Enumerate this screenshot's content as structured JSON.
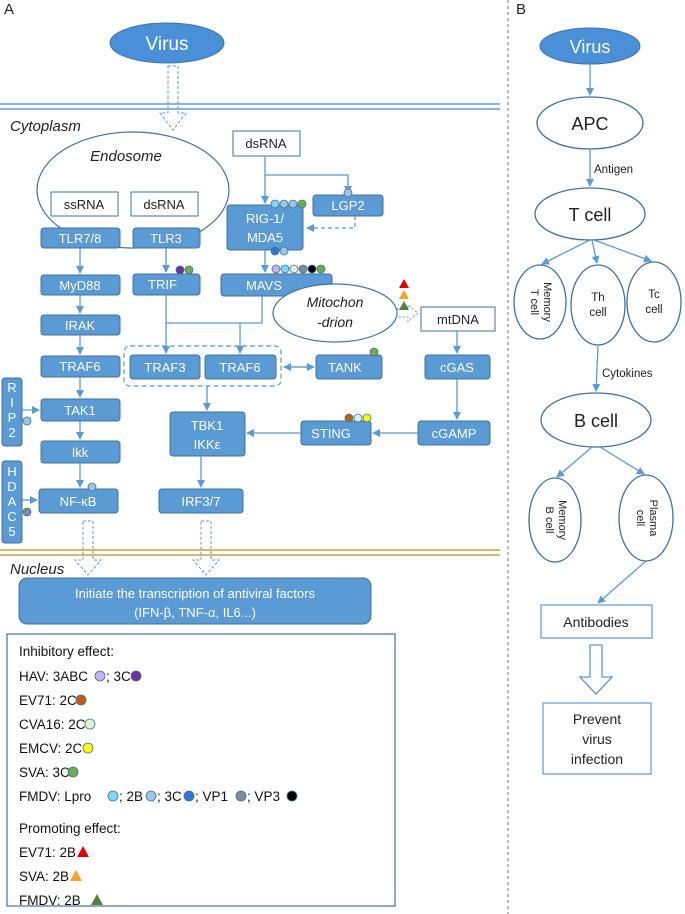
{
  "panel_a": {
    "label": "A",
    "virus": "Virus",
    "cytoplasm": "Cytoplasm",
    "endosome": "Endosome",
    "nucleus": "Nucleus",
    "nodes": {
      "ssrna": "ssRNA",
      "dsrna_endo": "dsRNA",
      "dsrna_top": "dsRNA",
      "tlr78": "TLR7/8",
      "tlr3": "TLR3",
      "rigi_1": "RIG-1/",
      "rigi_2": "MDA5",
      "lgp2": "LGP2",
      "myd88": "MyD88",
      "trif": "TRIF",
      "mavs": "MAVS",
      "mito_1": "Mitochon",
      "mito_2": "-drion",
      "mtdna": "mtDNA",
      "irak": "IRAK",
      "traf6_left": "TRAF6",
      "traf3": "TRAF3",
      "traf6_mid": "TRAF6",
      "tank": "TANK",
      "cgas": "cGAS",
      "rip2": "RIP2",
      "tak1": "TAK1",
      "tbk1": "TBK1",
      "ikke": "IKKε",
      "sting": "STING",
      "cgamp": "cGAMP",
      "ikk": "Ikk",
      "hdac5": "HDAC5",
      "nfkb": "NF-κB",
      "irf37": "IRF3/7"
    },
    "transcription_1": "Initiate the transcription of antiviral factors",
    "transcription_2": "(IFN-β, TNF-α, IL6...)",
    "legend": {
      "inhibitory_title": "Inhibitory effect:",
      "promoting_title": "Promoting effect:",
      "hav": "HAV: 3ABC",
      "hav_3c": "; 3C",
      "ev71": "EV71: 2C",
      "cva16": "CVA16: 2C",
      "emcv": "EMCV: 2C",
      "sva": "SVA: 3C",
      "fmdv": "FMDV: Lpro",
      "fmdv_2b": "; 2B",
      "fmdv_3c": "; 3C",
      "fmdv_vp1": "; VP1",
      "fmdv_vp3": "; VP3",
      "ev71_p": "EV71: 2B",
      "sva_p": "SVA: 2B",
      "fmdv_p": "FMDV: 2B"
    },
    "colors": {
      "hav_3abc": "#c9b3ee",
      "hav_3c": "#7030a0",
      "ev71_2c": "#c55a11",
      "cva16_2c": "#e2f0d9",
      "emcv_2c": "#ffff00",
      "sva_3c": "#70ad47",
      "fmdv_lpro": "#7fd6f5",
      "fmdv_2b": "#9dc3e6",
      "fmdv_3c": "#2e75d6",
      "fmdv_vp1": "#7f8c99",
      "fmdv_vp3": "#000000",
      "ev71_2b": "#e00000",
      "sva_2b": "#f4a32b",
      "fmdv_2b_tri": "#548235"
    }
  },
  "panel_b": {
    "label": "B",
    "virus": "Virus",
    "apc": "APC",
    "antigen": "Antigen",
    "tcell": "T cell",
    "memory_t_1": "Memory",
    "memory_t_2": "T cell",
    "th_1": "Th",
    "th_2": "cell",
    "tc_1": "Tc",
    "tc_2": "cell",
    "cytokines": "Cytokines",
    "bcell": "B cell",
    "memory_b_1": "Memory",
    "memory_b_2": "B cell",
    "plasma_1": "Plasma",
    "plasma_2": "cell",
    "antibodies": "Antibodies",
    "prevent_1": "Prevent",
    "prevent_2": "virus",
    "prevent_3": "infection"
  }
}
